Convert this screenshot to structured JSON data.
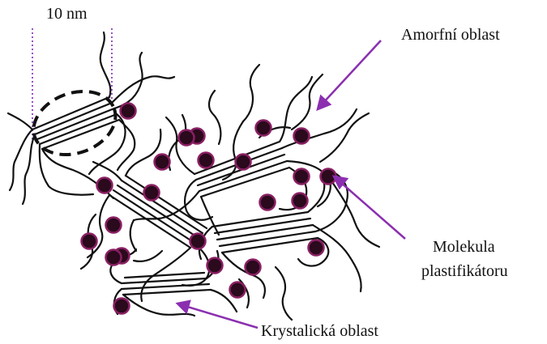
{
  "scale": {
    "label": "10 nm"
  },
  "labels": {
    "amorphous": "Amorfní oblast",
    "plasticizer_line1": "Molekula",
    "plasticizer_line2": "plastifikátoru",
    "crystalline": "Krystalická oblast"
  },
  "colors": {
    "chain": "#111111",
    "plasticizer_fill": "#2a0a1c",
    "plasticizer_ring": "#8a1f63",
    "arrow": "#8b2fb0",
    "scale_guide": "#9b4fc9"
  },
  "plasticizer_count": 24
}
